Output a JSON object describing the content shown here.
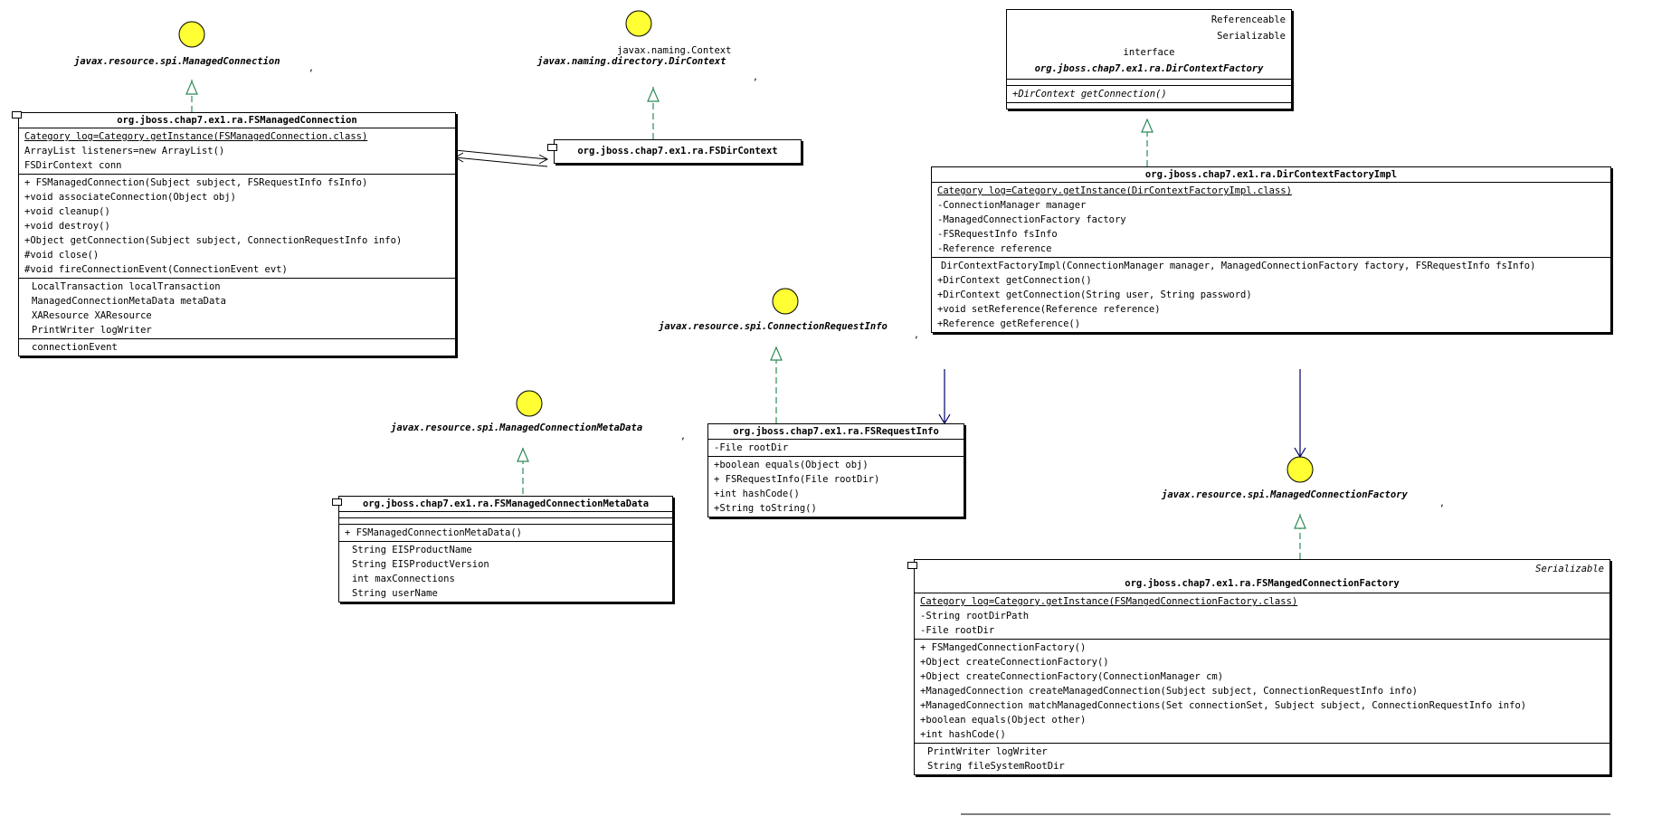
{
  "interfaces": {
    "managed_connection": "javax.resource.spi.ManagedConnection",
    "dir_context_super": "javax.naming.Context",
    "dir_context": "javax.naming.directory.DirContext",
    "connection_request_info": "javax.resource.spi.ConnectionRequestInfo",
    "metadata": "javax.resource.spi.ManagedConnectionMetaData",
    "managed_connection_factory": "javax.resource.spi.ManagedConnectionFactory"
  },
  "comma": ",",
  "classes": {
    "fs_managed_connection": {
      "name": "org.jboss.chap7.ex1.ra.FSManagedConnection",
      "attributes": [
        "Category log=Category.getInstance(FSManagedConnection.class)",
        "ArrayList listeners=new ArrayList()",
        "FSDirContext conn"
      ],
      "operations": [
        "+ FSManagedConnection(Subject subject, FSRequestInfo fsInfo)",
        "+void associateConnection(Object obj)",
        "+void cleanup()",
        "+void destroy()",
        "+Object getConnection(Subject subject, ConnectionRequestInfo info)",
        "#void close()",
        "#void fireConnectionEvent(ConnectionEvent evt)"
      ],
      "properties": [
        "LocalTransaction localTransaction",
        "ManagedConnectionMetaData metaData",
        "XAResource XAResource",
        "PrintWriter logWriter"
      ],
      "events": [
        "connectionEvent"
      ]
    },
    "fs_dir_context": {
      "name": "org.jboss.chap7.ex1.ra.FSDirContext"
    },
    "dir_context_factory": {
      "stereotypes": [
        "Referenceable",
        "Serializable"
      ],
      "kind": "interface",
      "name": "org.jboss.chap7.ex1.ra.DirContextFactory",
      "operations": [
        "+DirContext getConnection()"
      ]
    },
    "dir_context_factory_impl": {
      "name": "org.jboss.chap7.ex1.ra.DirContextFactoryImpl",
      "attributes": [
        "Category log=Category.getInstance(DirContextFactoryImpl.class)",
        "-ConnectionManager manager",
        "-ManagedConnectionFactory factory",
        "-FSRequestInfo fsInfo",
        "-Reference reference"
      ],
      "operations": [
        "DirContextFactoryImpl(ConnectionManager manager, ManagedConnectionFactory factory, FSRequestInfo fsInfo)",
        "+DirContext getConnection()",
        "+DirContext getConnection(String user, String password)",
        "+void setReference(Reference reference)",
        "+Reference getReference()"
      ]
    },
    "fs_request_info": {
      "name": "org.jboss.chap7.ex1.ra.FSRequestInfo",
      "attributes": [
        "-File rootDir"
      ],
      "operations": [
        "+boolean equals(Object obj)",
        "+ FSRequestInfo(File rootDir)",
        "+int hashCode()",
        "+String toString()"
      ]
    },
    "fs_metadata": {
      "name": "org.jboss.chap7.ex1.ra.FSManagedConnectionMetaData",
      "operations": [
        "+ FSManagedConnectionMetaData()"
      ],
      "properties": [
        "String EISProductName",
        "String EISProductVersion",
        "int maxConnections",
        "String userName"
      ]
    },
    "fs_managed_connection_factory": {
      "stereotype": "Serializable",
      "name": "org.jboss.chap7.ex1.ra.FSMangedConnectionFactory",
      "attributes": [
        "Category log=Category.getInstance(FSMangedConnectionFactory.class)",
        "-String rootDirPath",
        "-File rootDir"
      ],
      "operations": [
        "+ FSMangedConnectionFactory()",
        "+Object createConnectionFactory()",
        "+Object createConnectionFactory(ConnectionManager cm)",
        "+ManagedConnection createManagedConnection(Subject subject, ConnectionRequestInfo info)",
        "+ManagedConnection matchManagedConnections(Set connectionSet, Subject subject, ConnectionRequestInfo info)",
        "+boolean equals(Object other)",
        "+int hashCode()"
      ],
      "properties": [
        "PrintWriter logWriter",
        "String fileSystemRootDir"
      ]
    }
  }
}
